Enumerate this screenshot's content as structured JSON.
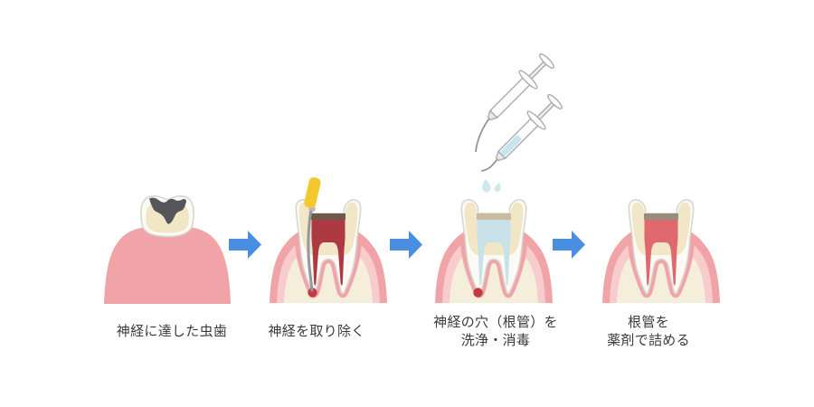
{
  "steps": [
    {
      "name": "step-1",
      "illustration": "tooth-with-cavity-reaching-nerve",
      "label_lines": [
        "神経に達した虫歯",
        ""
      ]
    },
    {
      "name": "step-2",
      "illustration": "nerve-removal-with-file",
      "label_lines": [
        "神経を取り除く",
        ""
      ]
    },
    {
      "name": "step-3",
      "illustration": "root-canal-irrigation-syringes",
      "label_lines": [
        "神経の穴（根管）を",
        "洗浄・消毒"
      ]
    },
    {
      "name": "step-4",
      "illustration": "root-canal-filled-with-medicine",
      "label_lines": [
        "根管を",
        "薬剤で詰める"
      ]
    }
  ],
  "arrow": {
    "icon": "arrow-right-icon",
    "count": 3,
    "direction": "right"
  },
  "colors": {
    "background": "#ffffff",
    "arrow_blue": "#4a8ee2",
    "gum_pink": "#f0a4a8",
    "gum_pink_light": "#f8cbcd",
    "bone_cream": "#f5eedb",
    "enamel_white": "#fbfaf4",
    "enamel_outline": "#d8d6cf",
    "dentin_cream": "#f1e6c6",
    "pulp_red": "#ad3a43",
    "canal_rinse_blue": "#c9e1e9",
    "canal_fill_salmon": "#e0696e",
    "band_dark_brown": "#6e5a4d",
    "band_tan": "#c9bc9e",
    "band_gray": "#998d7e",
    "cavity_dark": "#54565a",
    "file_yellow": "#f3c82e",
    "file_metal": "#94979c",
    "apex_red": "#c43a42",
    "droplet_blue": "#cfe7f1",
    "syringe_outline": "#a9adb2",
    "syringe_liquid": "#c9e4ee",
    "label_text": "#3b3b3b"
  }
}
